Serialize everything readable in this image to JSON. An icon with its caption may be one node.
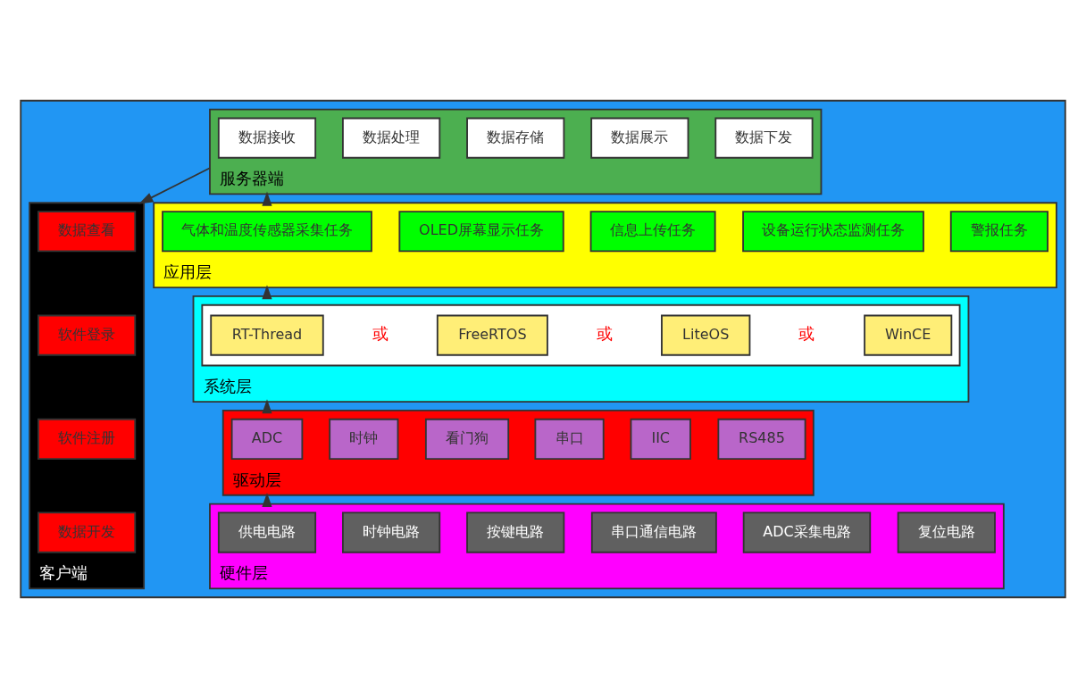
{
  "diagram": {
    "nodes": [
      {
        "text": [],
        "shape": "box"
      },
      {
        "text": [
          "服务器端"
        ],
        "in": 0
      },
      {
        "text": [
          "数据接收"
        ],
        "in": 1
      },
      {
        "text": [
          "数据处理"
        ],
        "in": 1
      },
      {
        "text": [
          "数据存储"
        ],
        "in": 1
      },
      {
        "text": [
          "数据展示"
        ],
        "in": 1
      },
      {
        "text": [
          "数据下发"
        ],
        "in": 1
      },
      {
        "text": [
          "应用层"
        ],
        "in": 0
      },
      {
        "text": [
          "气体和温度传感器采集任务"
        ],
        "in": 7
      },
      {
        "text": [
          "OLED屏幕显示任务"
        ],
        "in": 7
      },
      {
        "text": [
          "信息上传任务"
        ],
        "in": 7
      },
      {
        "text": [
          "设备运行状态监测任务"
        ],
        "in": 7
      },
      {
        "text": [
          "警报任务"
        ],
        "in": 7
      },
      {
        "text": [
          "系统层"
        ],
        "in": 0
      },
      {
        "text": [],
        "shape": "box",
        "in": 13
      },
      {
        "text": [
          "RT-Thread"
        ],
        "in": 14
      },
      {
        "text": [
          "FreeRTOS"
        ],
        "in": 14
      },
      {
        "text": [
          "LiteOS"
        ],
        "in": 14
      },
      {
        "text": [
          "WinCE"
        ],
        "in": 14
      },
      {
        "text": [
          "驱动层"
        ],
        "in": 0
      },
      {
        "text": [
          "ADC"
        ],
        "in": 19
      },
      {
        "text": [
          "时钟"
        ],
        "in": 19
      },
      {
        "text": [
          "看门狗"
        ],
        "in": 19
      },
      {
        "text": [
          "串口"
        ],
        "in": 19
      },
      {
        "text": [
          "IIC"
        ],
        "in": 19
      },
      {
        "text": [
          "RS485"
        ],
        "in": 19
      },
      {
        "text": [
          "硬件层"
        ],
        "in": 0
      },
      {
        "text": [
          "供电电路"
        ],
        "in": 26
      },
      {
        "text": [
          "时钟电路"
        ],
        "in": 26
      },
      {
        "text": [
          "按键电路"
        ],
        "in": 26
      },
      {
        "text": [
          "串口通信电路"
        ],
        "in": 26
      },
      {
        "text": [
          "ADC采集电路"
        ],
        "in": 26
      },
      {
        "text": [
          "复位电路"
        ],
        "in": 26
      },
      {
        "text": [
          "客户端"
        ],
        "in": 0
      },
      {
        "text": [
          "数据查看"
        ],
        "in": 33
      },
      {
        "text": [
          "软件登录"
        ],
        "in": 33
      },
      {
        "text": [
          "软件注册"
        ],
        "in": 33
      },
      {
        "text": [
          "数据开发"
        ],
        "in": 33
      }
    ],
    "edges": [
      {
        "from": 26,
        "to": 19,
        "arrow": "to"
      },
      {
        "from": 19,
        "to": 13,
        "arrow": "to"
      },
      {
        "from": 13,
        "to": 7,
        "arrow": "to"
      },
      {
        "from": 7,
        "to": 1,
        "arrow": "to"
      },
      {
        "from": 1,
        "to": 33,
        "arrow": "to"
      }
    ],
    "labels": [
      "或",
      "或",
      "或"
    ]
  }
}
